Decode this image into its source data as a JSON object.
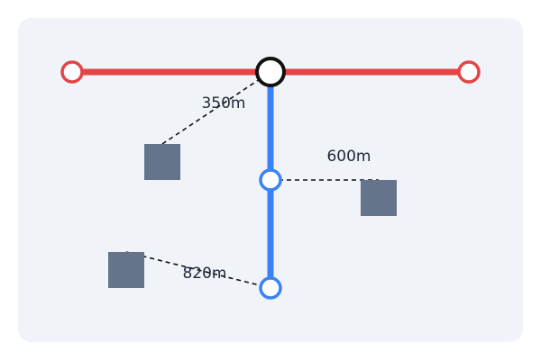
{
  "diagram": {
    "colors": {
      "panel_background": "#f0f3f8",
      "red_line": "#e44444",
      "blue_line": "#3b82f6",
      "transfer_station": "#111111",
      "building": "#64748b",
      "connector": "#111111"
    },
    "lines": [
      {
        "name": "red-line",
        "color": "#e44444",
        "orientation": "horizontal"
      },
      {
        "name": "blue-line",
        "color": "#3b82f6",
        "orientation": "vertical"
      }
    ],
    "stations": [
      {
        "name": "red-west-station",
        "line": "red-line",
        "type": "terminus"
      },
      {
        "name": "transfer-station",
        "line": "both",
        "type": "interchange"
      },
      {
        "name": "red-east-station",
        "line": "red-line",
        "type": "terminus"
      },
      {
        "name": "blue-middle-station",
        "line": "blue-line",
        "type": "regular"
      },
      {
        "name": "blue-south-station",
        "line": "blue-line",
        "type": "terminus"
      }
    ],
    "buildings": [
      {
        "name": "building-a",
        "nearest_station": "transfer-station",
        "distance": "350m"
      },
      {
        "name": "building-b",
        "nearest_station": "blue-middle-station",
        "distance": "600m"
      },
      {
        "name": "building-c",
        "nearest_station": "blue-south-station",
        "distance": "820m"
      }
    ]
  }
}
